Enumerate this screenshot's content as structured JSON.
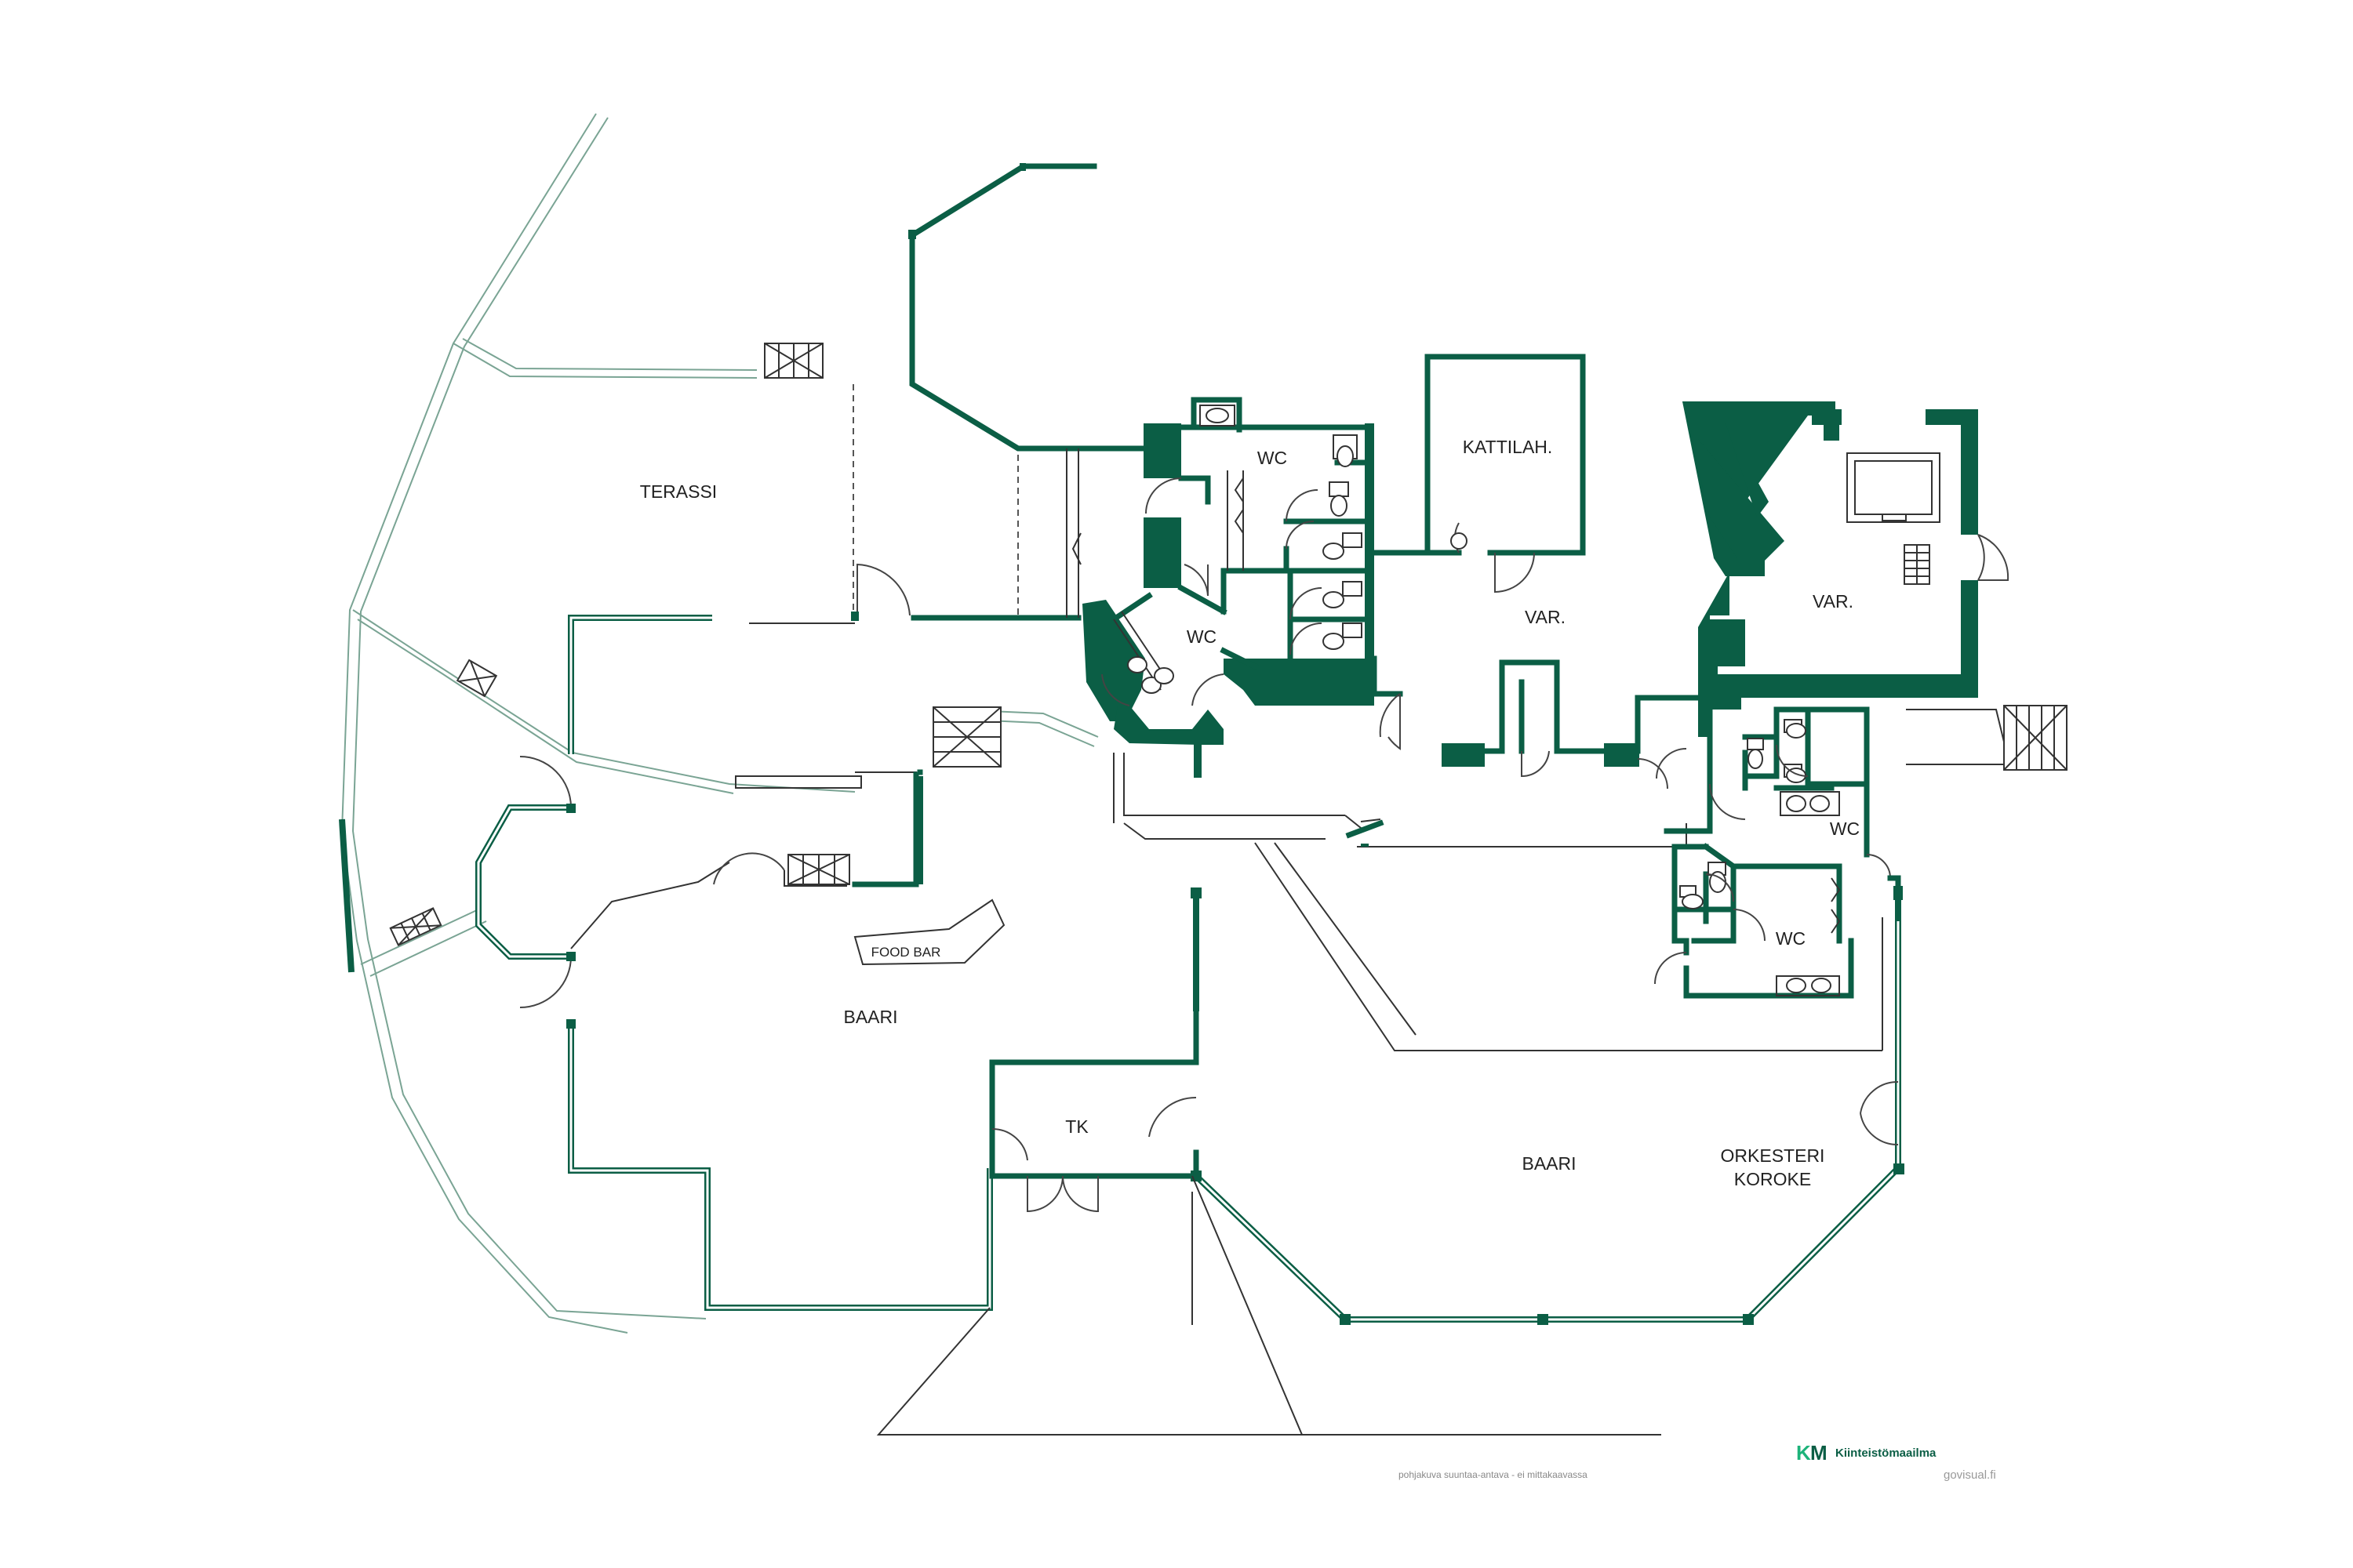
{
  "colors": {
    "wall": "#0b5e45",
    "outline": "#333333",
    "logo_accent": "#1db37a"
  },
  "rooms": {
    "terassi": "TERASSI",
    "baari_west": "BAARI",
    "food_bar": "FOOD BAR",
    "tk": "TK",
    "wc_top": "WC",
    "wc_mid": "WC",
    "kattilah": "KATTILAH.",
    "var_middle": "VAR.",
    "var_east": "VAR.",
    "wc_east_upper": "WC",
    "wc_east_lower": "WC",
    "baari_east": "BAARI",
    "orkesteri_line1": "ORKESTERI",
    "orkesteri_line2": "KOROKE"
  },
  "footer": {
    "disclaimer": "pohjakuva suuntaa-antava - ei mittakaavassa",
    "logo_k": "K",
    "logo_m": "M",
    "brand": "Kiinteistömaailma",
    "site": "govisual.fi"
  }
}
